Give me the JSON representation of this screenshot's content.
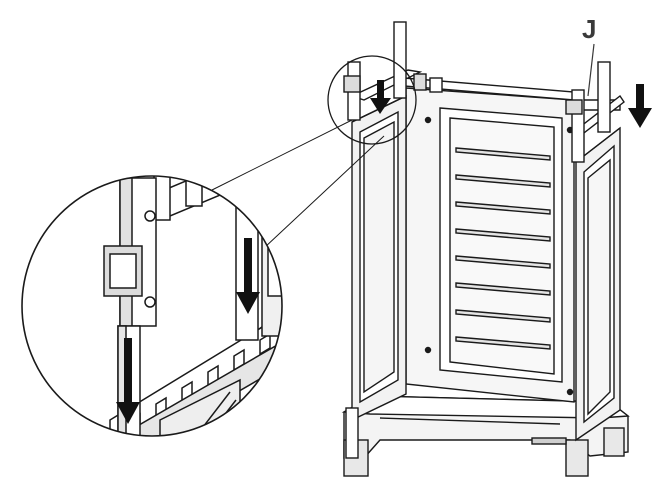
{
  "diagram": {
    "type": "assembly-instruction",
    "callout_label": "J",
    "colors": {
      "line": "#1a1a1a",
      "panel": "#f2f2f2",
      "shade": "#d9d9d9",
      "arrow": "#111111",
      "label": "#3a3a3a"
    },
    "arrows": [
      {
        "name": "detail-arrow-left",
        "direction": "down"
      },
      {
        "name": "detail-arrow-right",
        "direction": "down"
      },
      {
        "name": "frame-arrow-top-left",
        "direction": "down"
      },
      {
        "name": "frame-arrow-right",
        "direction": "down"
      }
    ],
    "shelf_count": 8
  }
}
